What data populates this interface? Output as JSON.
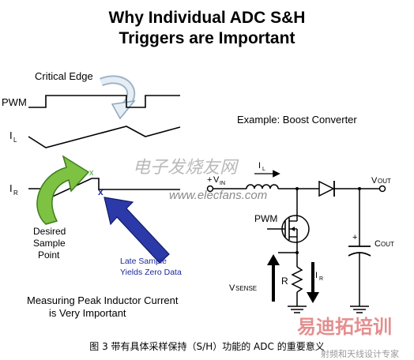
{
  "title": {
    "line1": "Why Individual ADC S&H",
    "line2": "Triggers are Important"
  },
  "waveforms": {
    "critical_edge": "Critical Edge",
    "pwm": "PWM",
    "il": "I",
    "il_sub": "L",
    "ir": "I",
    "ir_sub": "R",
    "desired_sample_line1": "Desired",
    "desired_sample_line2": "Sample",
    "desired_sample_line3": "Point",
    "late_sample_line1": "Late Sample",
    "late_sample_line2": "Yields Zero Data",
    "measuring_line1": "Measuring Peak Inductor Current",
    "measuring_line2": "is Very Important"
  },
  "circuit": {
    "example": "Example: Boost Converter",
    "vin_plus": "+",
    "vin": "V",
    "vin_sub": "IN",
    "il": "I",
    "il_sub": "L",
    "vout": "V",
    "vout_sub": "OUT",
    "pwm": "PWM",
    "cout": "C",
    "cout_sub": "OUT",
    "cap_plus": "+",
    "vsense": "V",
    "vsense_sub": "SENSE",
    "r": "R",
    "ir": "I",
    "ir_sub": "R"
  },
  "watermark": {
    "cn": "电子发烧友网",
    "url": "www.elecfans.com",
    "brand": "易迪拓培训",
    "brand_sub": "射频和天线设计专家"
  },
  "caption": "图 3 带有具体采样保持（S/H）功能的 ADC 的重要意义",
  "colors": {
    "green_arrow": "#7dc242",
    "blue_arrow": "#2b3aa8",
    "blue_text": "#1a2a9c",
    "brand_red": "#d9534f"
  }
}
